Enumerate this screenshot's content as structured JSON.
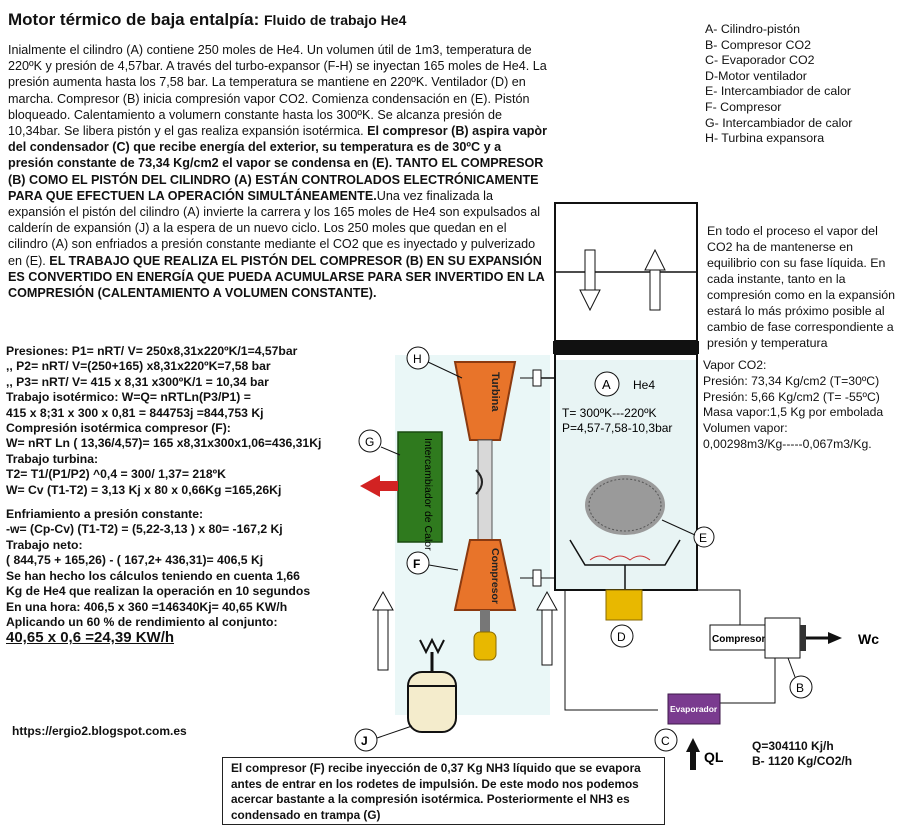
{
  "title": {
    "main": "Motor térmico de baja entalpía:",
    "sub": "Fluido de trabajo He4"
  },
  "description": {
    "p1": "Inialmente el cilindro (A) contiene 250 moles de He4. Un volumen útil de 1m3, temperatura de 220ºK y presión de 4,57bar. A través del turbo-expansor (F-H) se inyectan 165 moles de He4. La presión aumenta hasta los 7,58 bar. La temperatura se mantiene en 220ºK. Ventilador (D) en marcha. Compresor (B) inicia compresión vapor CO2. Comienza condensación en (E). Pistón bloqueado. Calentamiento a volumern constante hasta los 300ºK. Se alcanza presión de 10,34bar. Se libera pistón y el gas realiza expansión isotérmica.",
    "p2_bold": "El compresor (B) aspira vapòr del condensador (C) que recibe energía del exterior, su temperatura es de 30ºC y a  presión constante de 73,34 Kg/cm2 el vapor se condensa en (E). TANTO EL COMPRESOR (B) COMO EL PISTÓN DEL CILINDRO (A) ESTÁN CONTROLADOS ELECTRÓNICAMENTE PARA QUE EFECTUEN LA OPERACIÓN SIMULTÁNEAMENTE.",
    "p3": "Una vez finalizada la expansión el pistón del cilindro (A) invierte la carrera y los 165 moles de He4 son expulsados al calderín de expansión (J) a la espera de un nuevo ciclo. Los 250 moles que quedan en el cilindro (A) son enfriados a presión constante mediante el CO2 que es inyectado y pulverizado en (E).",
    "p4_bold": "EL TRABAJO QUE REALIZA EL PISTÓN DEL COMPRESOR (B) EN SU EXPANSIÓN ES CONVERTIDO EN ENERGÍA QUE PUEDA ACUMULARSE PARA SER INVERTIDO EN LA COMPRESIÓN (CALENTAMIENTO A VOLUMEN CONSTANTE)."
  },
  "calc": {
    "l01": "Presiones: P1= nRT/ V= 250x8,31x220ºK/1=4,57bar",
    "l02": "       ,,       P2= nRT/ V=(250+165) x8,31x220ºK=7,58 bar",
    "l03": "       ,,       P3= nRT/ V= 415 x 8,31 x300ºK/1 = 10,34 bar",
    "l04": "Trabajo isotérmico: W=Q= nRTLn(P3/P1) =",
    "l05": " 415 x 8;31 x 300 x 0,81 = 844753j =844,753 Kj",
    "l06": "Compresión isotérmica compresor (F):",
    "l07": "W= nRT Ln ( 13,36/4,57)= 165 x8,31x300x1,06=436,31Kj",
    "l08": "Trabajo turbina:",
    "l09": "T2=  T1/(P1/P2) ^0,4 = 300/ 1,37= 218ºK",
    "l10": "W= Cv (T1-T2) = 3,13 Kj x 80 x 0,66Kg =165,26Kj",
    "l11": "Enfriamiento a presión constante:",
    "l12": "-w= (Cp-Cv) (T1-T2) = (5,22-3,13 ) x 80= -167,2 Kj",
    "l13": "Trabajo neto:",
    "l14": " ( 844,75 + 165,26) - ( 167,2+ 436,31)= 406,5 Kj",
    "l15": "Se han hecho los cálculos teniendo en cuenta 1,66",
    "l16": "Kg de He4 que realizan la operación en 10 segundos",
    "l17": "En una hora: 406,5 x 360 =146340Kj=  40,65 KW/h",
    "l18": "Aplicando un 60 % de rendimiento al conjunto:",
    "l19": " 40,65 x 0,6 =24,39 KW/h"
  },
  "legend": [
    "A- Cilindro-pistón",
    "B- Compresor CO2",
    "C- Evaporador CO2",
    "D-Motor ventilador",
    "E- Intercambiador de calor",
    "F- Compresor",
    "G- Intercambiador de calor",
    "H- Turbina expansora"
  ],
  "note": "En todo el proceso el vapor del CO2 ha de mantenerse en equilibrio con su fase líquida. En cada instante, tanto en la compresión como en la expansión estará lo más próximo posible al cambio de fase correspondiente a presión y temperatura",
  "vapor": {
    "l1": "Vapor CO2:",
    "l2": "Presión: 73,34 Kg/cm2 (T=30ºC)",
    "l3": "Presión: 5,66 Kg/cm2 (T= -55ºC)",
    "l4": "Masa vapor:1,5 Kg por embolada",
    "l5": "Volumen vapor:",
    "l6": "0,00298m3/Kg-----0,067m3/Kg."
  },
  "diagram": {
    "label_A": "A",
    "he4": "He4",
    "cyl_t": "T= 300ºK---220ºK",
    "cyl_p": "P=4,57-7,58-10,3bar",
    "label_H": "H",
    "label_G": "G",
    "label_F": "F",
    "label_E": "E",
    "label_D": "D",
    "label_J": "J",
    "label_B": "B",
    "label_C": "C",
    "turbina": "Turbina",
    "compresor_f": "Compresor",
    "intercambiador": "Intercambiador de Calor",
    "compresor_b": "Compresor",
    "evaporador": "Evaporador",
    "wc": "Wc",
    "ql": "QL"
  },
  "url": "https://ergio2.blogspot.com.es",
  "q": {
    "l1": "Q=304110 Kj/h",
    "l2": " B- 1120 Kg/CO2/h"
  },
  "footer": "El compresor (F) recibe inyección de 0,37 Kg NH3 líquido que se evapora antes de entrar en los rodetes de impulsión. De este modo nos podemos acercar bastante a la compresión isotérmica. Posteriormente el NH3 es condensado en trampa (G)",
  "colors": {
    "turbine_orange": "#e8742a",
    "turbine_dark": "#8b3a10",
    "exchanger_green": "#2f7a1e",
    "evaporator_purple": "#7a3b8f",
    "fan_yellow": "#e8b800",
    "cylinder_bg": "#e8f4f4",
    "red_arrow": "#d22222",
    "tank_fill": "#f4eccc"
  }
}
